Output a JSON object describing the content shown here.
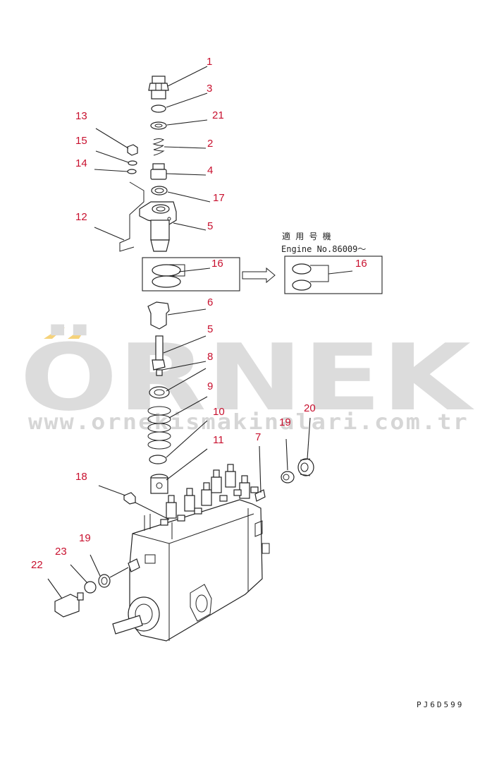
{
  "watermark": {
    "brand": "ÖRNEK",
    "url": "www.ornekismakinalari.com.tr",
    "accent_color": "#f5d27a",
    "text_color": "#d9d9d9"
  },
  "note": {
    "applicable_jp": "適 用 号 機",
    "engine_range": "Engine No.86009～"
  },
  "drawing_code": "PJ6D599",
  "callout_color": "#c8102e",
  "callouts": {
    "c1": "1",
    "c3": "3",
    "c21": "21",
    "c2": "2",
    "c4": "4",
    "c17": "17",
    "c5a": "5",
    "c13": "13",
    "c15": "15",
    "c14": "14",
    "c12": "12",
    "c16a": "16",
    "c16b": "16",
    "c6": "6",
    "c5b": "5",
    "c8": "8",
    "c9": "9",
    "c10": "10",
    "c11": "11",
    "c7": "7",
    "c19a": "19",
    "c20": "20",
    "c18": "18",
    "c23": "23",
    "c19b": "19",
    "c22": "22"
  }
}
